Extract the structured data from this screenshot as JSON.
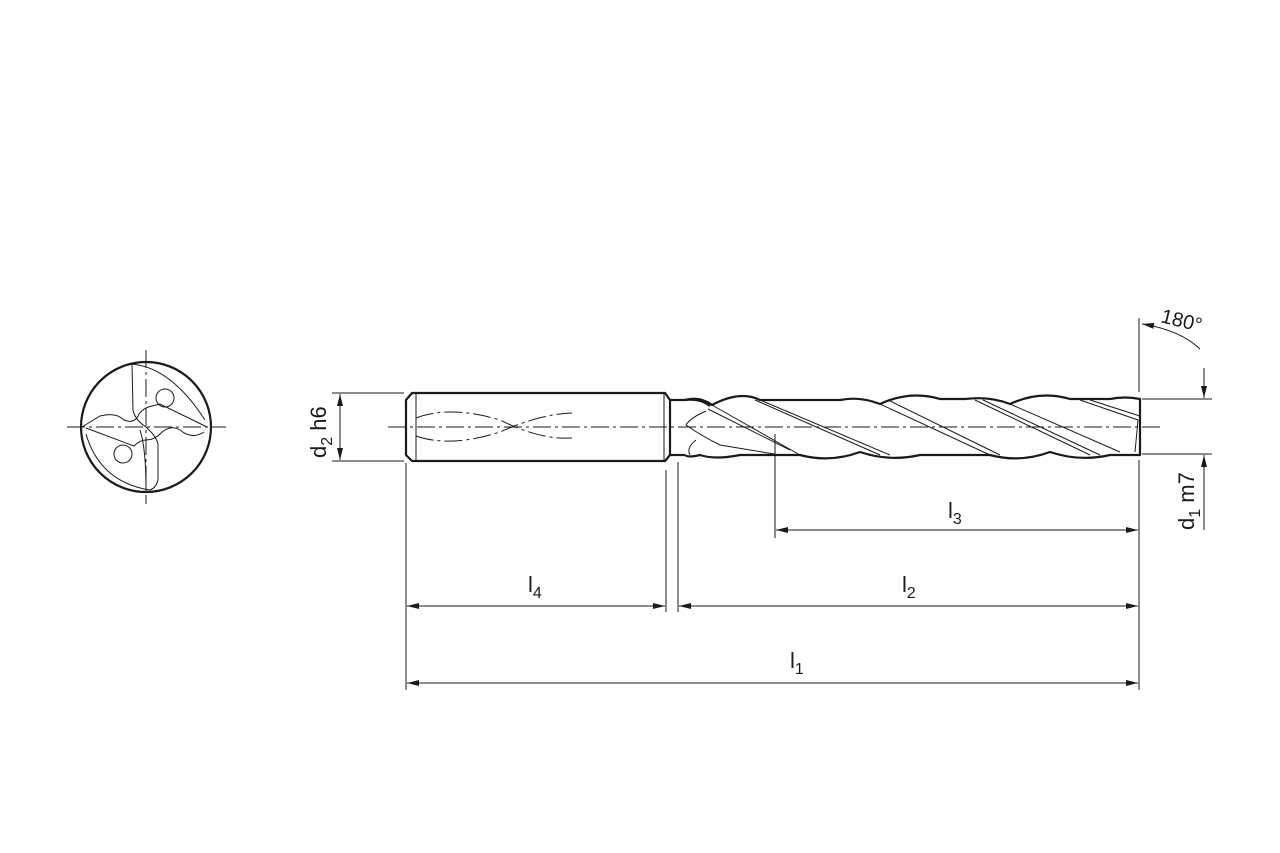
{
  "diagram": {
    "subject": "Solid carbide twist drill with coolant holes",
    "views": [
      "end-view",
      "side-view"
    ],
    "labels": {
      "d2": {
        "main": "d",
        "sub": "2",
        "suffix": " h6"
      },
      "d1": {
        "main": "d",
        "sub": "1",
        "suffix": " m7"
      },
      "l1": {
        "main": "l",
        "sub": "1"
      },
      "l2": {
        "main": "l",
        "sub": "2"
      },
      "l3": {
        "main": "l",
        "sub": "3"
      },
      "l4": {
        "main": "l",
        "sub": "4"
      },
      "angle": "180°"
    },
    "colors": {
      "line": "#1a1a1a",
      "background": "#ffffff"
    }
  }
}
